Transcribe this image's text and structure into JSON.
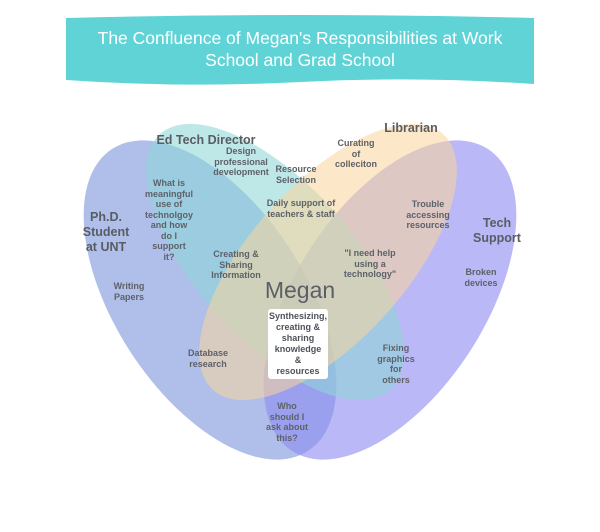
{
  "title": {
    "line1": "The  Confluence of Megan's Responsibilities at Work",
    "line2": "School and Grad School"
  },
  "colors": {
    "banner": "#5fd3d6",
    "ed_tech_director": "#8fd6d7",
    "librarian": "#f9d69a",
    "tech_support": "#8f8cf0",
    "phd_student": "#7e98dd",
    "center_box": "#ffffff"
  },
  "circles": {
    "ed_tech_director": "Ed Tech Director",
    "librarian": "Librarian",
    "tech_support": [
      "Tech",
      "Support"
    ],
    "phd_student": [
      "Ph.D.",
      "Student",
      "at UNT"
    ]
  },
  "items": {
    "design_pd": [
      "Design",
      "professional",
      "development"
    ],
    "curating": [
      "Curating",
      "of",
      "colleciton"
    ],
    "resource_selection": [
      "Resource",
      "Selection"
    ],
    "daily_support": [
      "Daily support of",
      "teachers & staff"
    ],
    "meaningful_tech": [
      "What is",
      "meaningful",
      "use of",
      "technolgoy",
      "and how",
      "do I",
      "support",
      "it?"
    ],
    "trouble_accessing": [
      "Trouble",
      "accessing",
      "resources"
    ],
    "creating_sharing": [
      "Creating &",
      "Sharing",
      "Information"
    ],
    "need_help": [
      "\"I need help",
      "using a",
      "technology\""
    ],
    "broken_devices": [
      "Broken",
      "devices"
    ],
    "writing_papers": [
      "Writing",
      "Papers"
    ],
    "database_research": [
      "Database",
      "research"
    ],
    "fixing_graphics": [
      "Fixing",
      "graphics",
      "for",
      "others"
    ],
    "who_to_ask": [
      "Who",
      "should I",
      "ask about",
      "this?"
    ]
  },
  "center": {
    "name": "Megan",
    "text": [
      "Synthesizing,",
      "creating &",
      "sharing",
      "knowledge",
      "&",
      "resources"
    ]
  }
}
